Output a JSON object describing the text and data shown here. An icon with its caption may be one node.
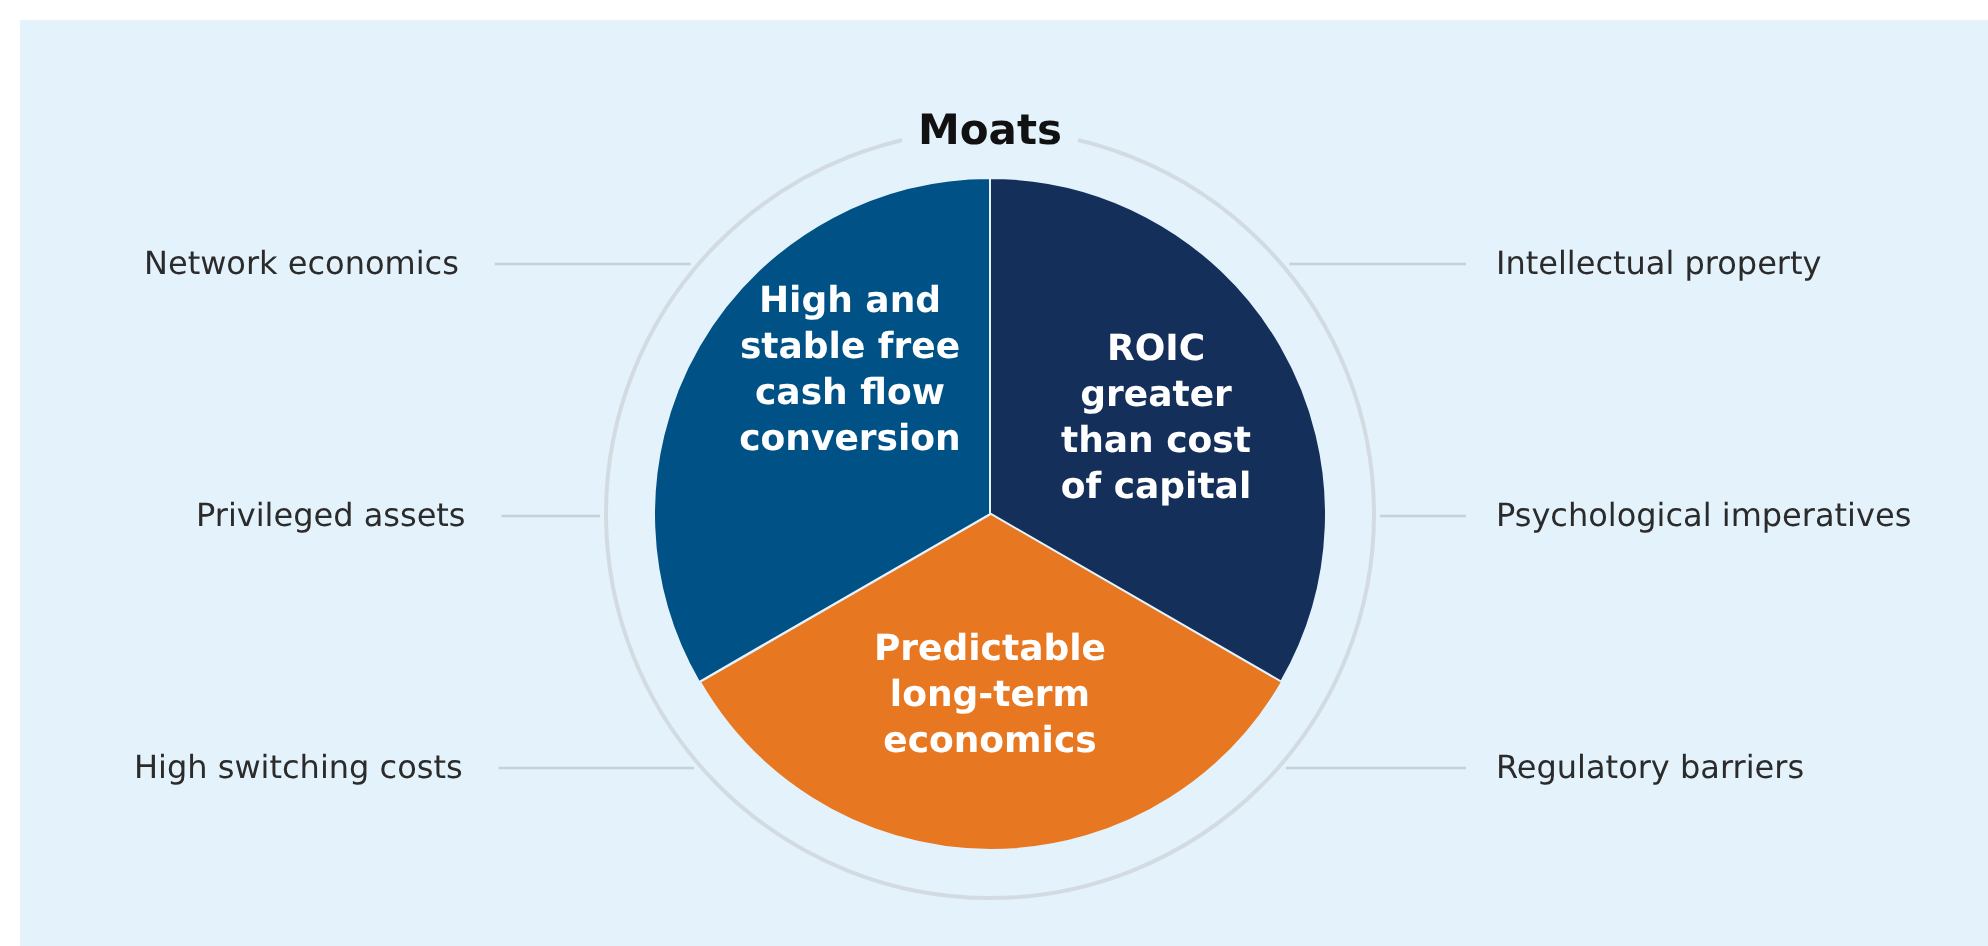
{
  "diagram": {
    "nodes": [
      {
        "text": [
          "Moats"
        ]
      },
      {
        "text": [
          "High and stable free cash flow conversion"
        ],
        "in": 0
      },
      {
        "text": [
          "ROIC greater than cost of capital"
        ],
        "in": 0
      },
      {
        "text": [
          "Predictable long-term economics"
        ],
        "in": 0
      },
      {
        "text": [
          "Network economics"
        ]
      },
      {
        "text": [
          "Intellectual property"
        ]
      },
      {
        "text": [
          "Privileged assets"
        ]
      },
      {
        "text": [
          "Psychological imperatives"
        ]
      },
      {
        "text": [
          "High switching costs"
        ]
      },
      {
        "text": [
          "Regulatory barriers"
        ]
      }
    ],
    "edges": [
      {
        "from": 4,
        "to": 0,
        "arrow": "none"
      },
      {
        "from": 5,
        "to": 0,
        "arrow": "none"
      },
      {
        "from": 6,
        "to": 0,
        "arrow": "none"
      },
      {
        "from": 7,
        "to": 0,
        "arrow": "none"
      },
      {
        "from": 8,
        "to": 0,
        "arrow": "none"
      },
      {
        "from": 9,
        "to": 0,
        "arrow": "none"
      }
    ]
  }
}
